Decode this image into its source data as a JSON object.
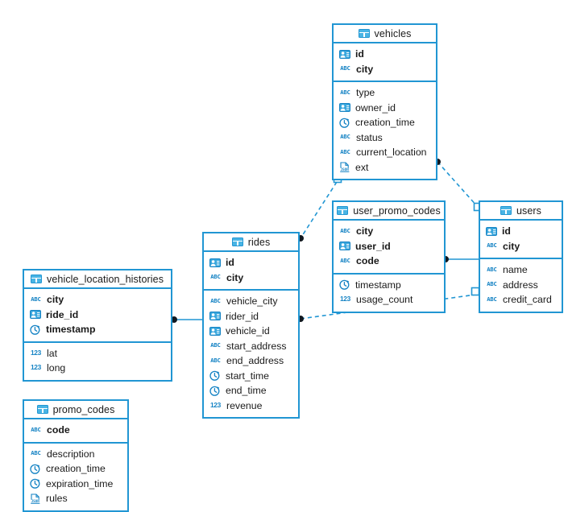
{
  "diagram": {
    "title": "database-er-diagram",
    "accent_color": "#2196d3",
    "icon_color": "#1583c4",
    "background": "#ffffff",
    "line_color": "#2196d3",
    "endpoint_color": "#101820"
  },
  "legend": {
    "type_icons": {
      "string": "abc-type-icon",
      "identifier": "id-card-icon",
      "timestamp": "clock-icon",
      "number": "123-type-icon",
      "json": "json-file-icon",
      "table": "table-grid-icon"
    }
  },
  "tables": [
    {
      "id": "vehicles",
      "name": "vehicles",
      "keys": [
        {
          "name": "id",
          "icon": "id-card-icon"
        },
        {
          "name": "city",
          "icon": "abc-type-icon"
        }
      ],
      "fields": [
        {
          "name": "type",
          "icon": "abc-type-icon"
        },
        {
          "name": "owner_id",
          "icon": "id-card-icon"
        },
        {
          "name": "creation_time",
          "icon": "clock-icon"
        },
        {
          "name": "status",
          "icon": "abc-type-icon"
        },
        {
          "name": "current_location",
          "icon": "abc-type-icon"
        },
        {
          "name": "ext",
          "icon": "json-file-icon"
        }
      ]
    },
    {
      "id": "users",
      "name": "users",
      "keys": [
        {
          "name": "id",
          "icon": "id-card-icon"
        },
        {
          "name": "city",
          "icon": "abc-type-icon"
        }
      ],
      "fields": [
        {
          "name": "name",
          "icon": "abc-type-icon"
        },
        {
          "name": "address",
          "icon": "abc-type-icon"
        },
        {
          "name": "credit_card",
          "icon": "abc-type-icon"
        }
      ]
    },
    {
      "id": "user_promo_codes",
      "name": "user_promo_codes",
      "keys": [
        {
          "name": "city",
          "icon": "abc-type-icon"
        },
        {
          "name": "user_id",
          "icon": "id-card-icon"
        },
        {
          "name": "code",
          "icon": "abc-type-icon"
        }
      ],
      "fields": [
        {
          "name": "timestamp",
          "icon": "clock-icon"
        },
        {
          "name": "usage_count",
          "icon": "123-type-icon"
        }
      ]
    },
    {
      "id": "rides",
      "name": "rides",
      "keys": [
        {
          "name": "id",
          "icon": "id-card-icon"
        },
        {
          "name": "city",
          "icon": "abc-type-icon"
        }
      ],
      "fields": [
        {
          "name": "vehicle_city",
          "icon": "abc-type-icon"
        },
        {
          "name": "rider_id",
          "icon": "id-card-icon"
        },
        {
          "name": "vehicle_id",
          "icon": "id-card-icon"
        },
        {
          "name": "start_address",
          "icon": "abc-type-icon"
        },
        {
          "name": "end_address",
          "icon": "abc-type-icon"
        },
        {
          "name": "start_time",
          "icon": "clock-icon"
        },
        {
          "name": "end_time",
          "icon": "clock-icon"
        },
        {
          "name": "revenue",
          "icon": "123-type-icon"
        }
      ]
    },
    {
      "id": "vehicle_location_histories",
      "name": "vehicle_location_histories",
      "keys": [
        {
          "name": "city",
          "icon": "abc-type-icon"
        },
        {
          "name": "ride_id",
          "icon": "id-card-icon"
        },
        {
          "name": "timestamp",
          "icon": "clock-icon"
        }
      ],
      "fields": [
        {
          "name": "lat",
          "icon": "123-type-icon"
        },
        {
          "name": "long",
          "icon": "123-type-icon"
        }
      ]
    },
    {
      "id": "promo_codes",
      "name": "promo_codes",
      "keys": [
        {
          "name": "code",
          "icon": "abc-type-icon"
        }
      ],
      "fields": [
        {
          "name": "description",
          "icon": "abc-type-icon"
        },
        {
          "name": "creation_time",
          "icon": "clock-icon"
        },
        {
          "name": "expiration_time",
          "icon": "clock-icon"
        },
        {
          "name": "rules",
          "icon": "json-file-icon"
        }
      ]
    }
  ],
  "relationships": [
    {
      "id": "rel-vehicles-rides",
      "from": "vehicles",
      "to": "rides",
      "style": "dashed",
      "from_marker": "open-square",
      "to_marker": "filled-dot"
    },
    {
      "id": "rel-vehicles-users",
      "from": "vehicles",
      "to": "users",
      "style": "dashed",
      "from_marker": "filled-dot",
      "to_marker": "open-square"
    },
    {
      "id": "rel-upc-users",
      "from": "user_promo_codes",
      "to": "users",
      "style": "solid",
      "from_marker": "filled-dot",
      "to_marker": "none"
    },
    {
      "id": "rel-rides-users",
      "from": "rides",
      "to": "users",
      "style": "dashed",
      "from_marker": "filled-dot",
      "to_marker": "open-square"
    },
    {
      "id": "rel-vlh-rides",
      "from": "vehicle_location_histories",
      "to": "rides",
      "style": "solid",
      "from_marker": "none",
      "to_marker": "filled-dot"
    }
  ]
}
